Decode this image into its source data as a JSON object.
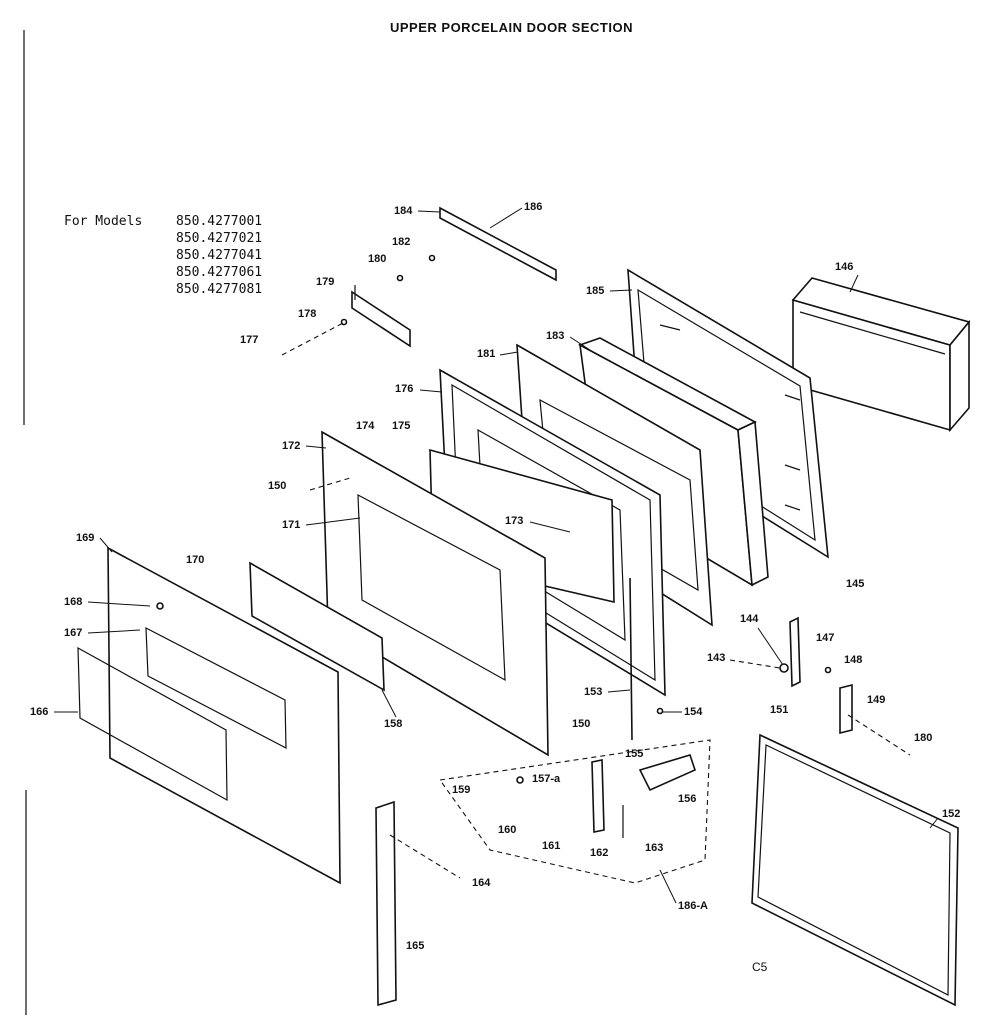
{
  "title": "UPPER PORCELAIN DOOR SECTION",
  "models": {
    "prefix": "For Models",
    "numbers": [
      "850.4277001",
      "850.4277021",
      "850.4277041",
      "850.4277061",
      "850.4277081"
    ]
  },
  "drawing_code": "C5",
  "callouts": [
    "184",
    "186",
    "182",
    "180",
    "179",
    "178",
    "177",
    "185",
    "146",
    "181",
    "183",
    "176",
    "172",
    "174",
    "175",
    "150",
    "171",
    "173",
    "169",
    "170",
    "168",
    "167",
    "166",
    "158",
    "145",
    "144",
    "147",
    "143",
    "148",
    "151",
    "149",
    "153",
    "154",
    "150",
    "155",
    "157-a",
    "159",
    "156",
    "160",
    "161",
    "162",
    "163",
    "164",
    "186-A",
    "180",
    "152",
    "165"
  ]
}
